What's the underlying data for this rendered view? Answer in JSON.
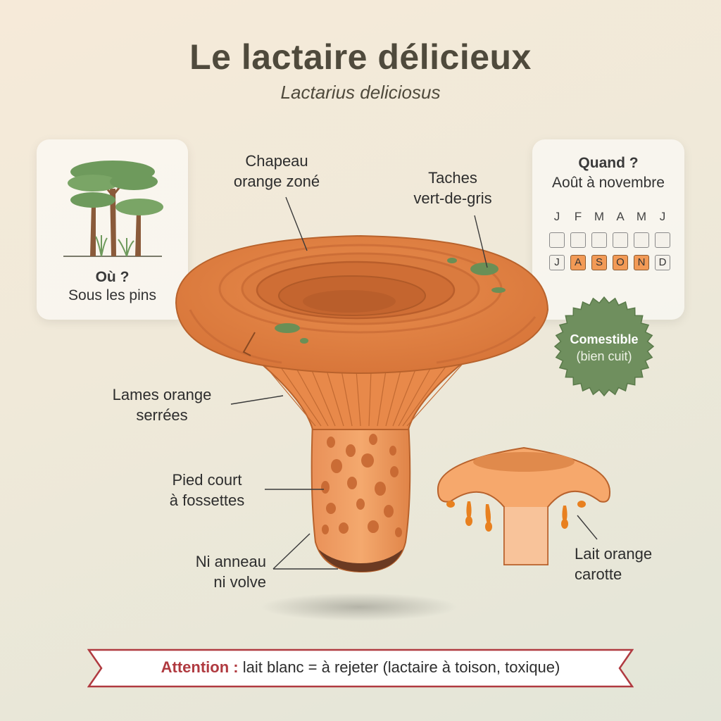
{
  "header": {
    "title": "Le lactaire délicieux",
    "subtitle": "Lactarius deliciosus"
  },
  "where": {
    "heading": "Où ?",
    "text": "Sous les pins",
    "icon": "pine-trees-icon"
  },
  "when": {
    "heading": "Quand ?",
    "text": "Août à novembre",
    "months_top": [
      "J",
      "F",
      "M",
      "A",
      "M",
      "J"
    ],
    "months_bottom": [
      "J",
      "A",
      "S",
      "O",
      "N",
      "D"
    ],
    "active_color": "#f29a56"
  },
  "labels": {
    "cap_line1": "Chapeau",
    "cap_line2": "orange zoné",
    "spots_line1": "Taches",
    "spots_line2": "vert-de-gris",
    "gills_line1": "Lames orange",
    "gills_line2": "serrées",
    "stem_line1": "Pied court",
    "stem_line2": "à fossettes",
    "ring_line1": "Ni anneau",
    "ring_line2": "ni volve",
    "milk_line1": "Lait orange",
    "milk_line2": "carotte"
  },
  "badge": {
    "line1": "Comestible",
    "line2": "(bien cuit)",
    "color": "#6f8f5e"
  },
  "warning": {
    "prefix": "Attention :",
    "text": " lait blanc = à rejeter (lactaire à toison, toxique)",
    "border_color": "#b03a40"
  }
}
